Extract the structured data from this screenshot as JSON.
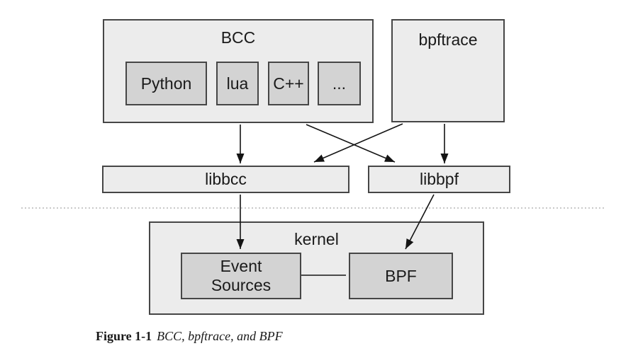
{
  "colors": {
    "outer_box_fill": "#ececec",
    "inner_box_fill": "#d3d3d3",
    "box_border": "#464646",
    "arrow_line": "#141414",
    "divider_line": "#a9a9a9"
  },
  "diagram": {
    "bcc": {
      "label": "BCC",
      "children": [
        "Python",
        "lua",
        "C++",
        "..."
      ]
    },
    "bpftrace": {
      "label": "bpftrace"
    },
    "libbcc": {
      "label": "libbcc"
    },
    "libbpf": {
      "label": "libbpf"
    },
    "kernel": {
      "label": "kernel",
      "event_sources": {
        "line1": "Event",
        "line2": "Sources"
      },
      "bpf": {
        "label": "BPF"
      }
    }
  },
  "caption": {
    "label": "Figure 1-1",
    "title": "BCC, bpftrace, and BPF"
  }
}
